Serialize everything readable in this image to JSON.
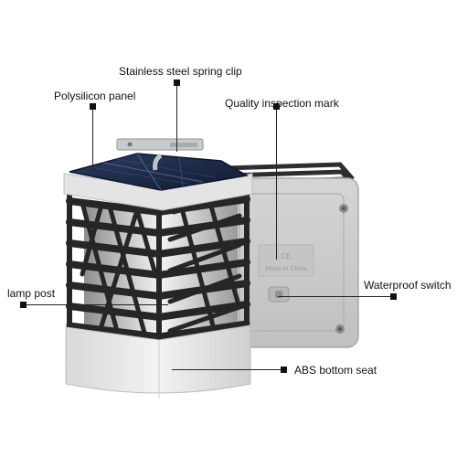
{
  "callouts": {
    "spring_clip": "Stainless steel spring clip",
    "panel": "Polysilicon panel",
    "inspection_mark": "Quality inspection mark",
    "lamp_post": "lamp post",
    "waterproof_switch": "Waterproof switch",
    "bottom_seat": "ABS bottom seat"
  },
  "rear_label": {
    "line1": "CE",
    "line2": "Made In China"
  },
  "colors": {
    "cage": "#2b2b2b",
    "panel": "#1c2a44",
    "base": "#e9e9e9",
    "back_cover": "#c9cacb",
    "background": "#ffffff"
  }
}
